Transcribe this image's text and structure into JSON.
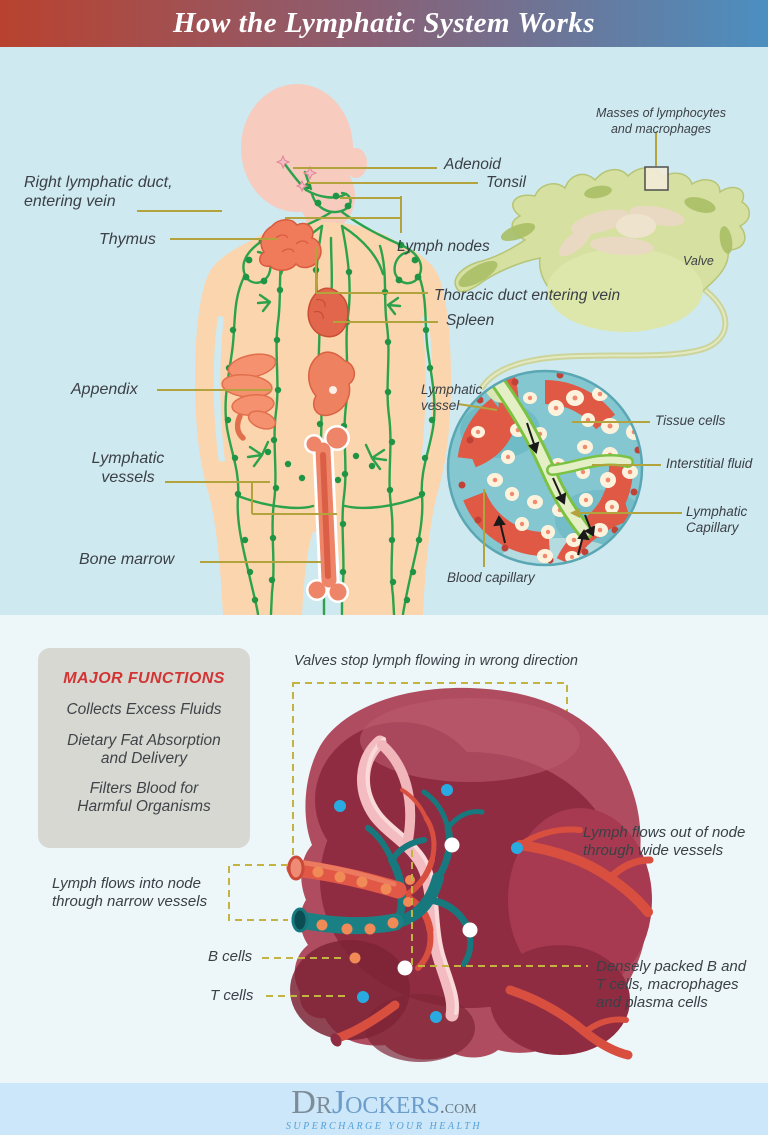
{
  "colors": {
    "header_gradient_left": "#b9422f",
    "header_gradient_right": "#4b8fc0",
    "upper_background": "#cfe9f0",
    "lower_background": "#edf7fa",
    "footer_background": "#cbe7f9",
    "leader_line_olive": "#b3a33c",
    "lymph_vessel_green": "#2ca24c",
    "organ_red": "#ef7b5b",
    "skin_tone": "#fbd5ad",
    "functions_title_red": "#d23434",
    "node_maroon": "#a53950",
    "teal_vessel": "#1b8084",
    "blood_red": "#e25847",
    "b_cell_orange": "#f08a56",
    "t_cell_blue": "#29abe2"
  },
  "header": {
    "title": "How the Lymphatic System Works"
  },
  "anatomy": {
    "labels": {
      "right_lymphatic_duct": "Right lymphatic duct,\nentering vein",
      "thymus": "Thymus",
      "appendix": "Appendix",
      "lymphatic_vessels": "Lymphatic\nvessels",
      "bone_marrow": "Bone marrow",
      "adenoid": "Adenoid",
      "tonsil": "Tonsil",
      "lymph_nodes": "Lymph nodes",
      "thoracic_duct": "Thoracic duct entering vein",
      "spleen": "Spleen"
    },
    "inset": {
      "masses": "Masses of lymphocytes\nand macrophages",
      "valve": "Valve"
    },
    "micrograph": {
      "lymphatic_vessel": "Lymphatic\nvessel",
      "tissue_cells": "Tissue cells",
      "interstitial_fluid": "Interstitial fluid",
      "lymphatic_capillary": "Lymphatic\nCapillary",
      "blood_capillary": "Blood capillary"
    }
  },
  "functions": {
    "title": "MAJOR FUNCTIONS",
    "items": [
      "Collects Excess Fluids",
      "Dietary Fat Absorption\nand Delivery",
      "Filters Blood for\nHarmful Organisms"
    ]
  },
  "node": {
    "valves_note": "Valves stop lymph flowing in wrong direction",
    "flow_out": "Lymph flows out of node\nthrough wide vessels",
    "flow_in": "Lymph flows into node\nthrough narrow vessels",
    "b_cells": "B cells",
    "t_cells": "T cells",
    "densely_packed": "Densely packed B and\nT cells, macrophages\nand plasma cells"
  },
  "footer": {
    "brand_prefix": "Dr",
    "brand_name": "Jockers",
    "brand_suffix": ".com",
    "tagline": "SUPERCHARGE YOUR HEALTH"
  }
}
